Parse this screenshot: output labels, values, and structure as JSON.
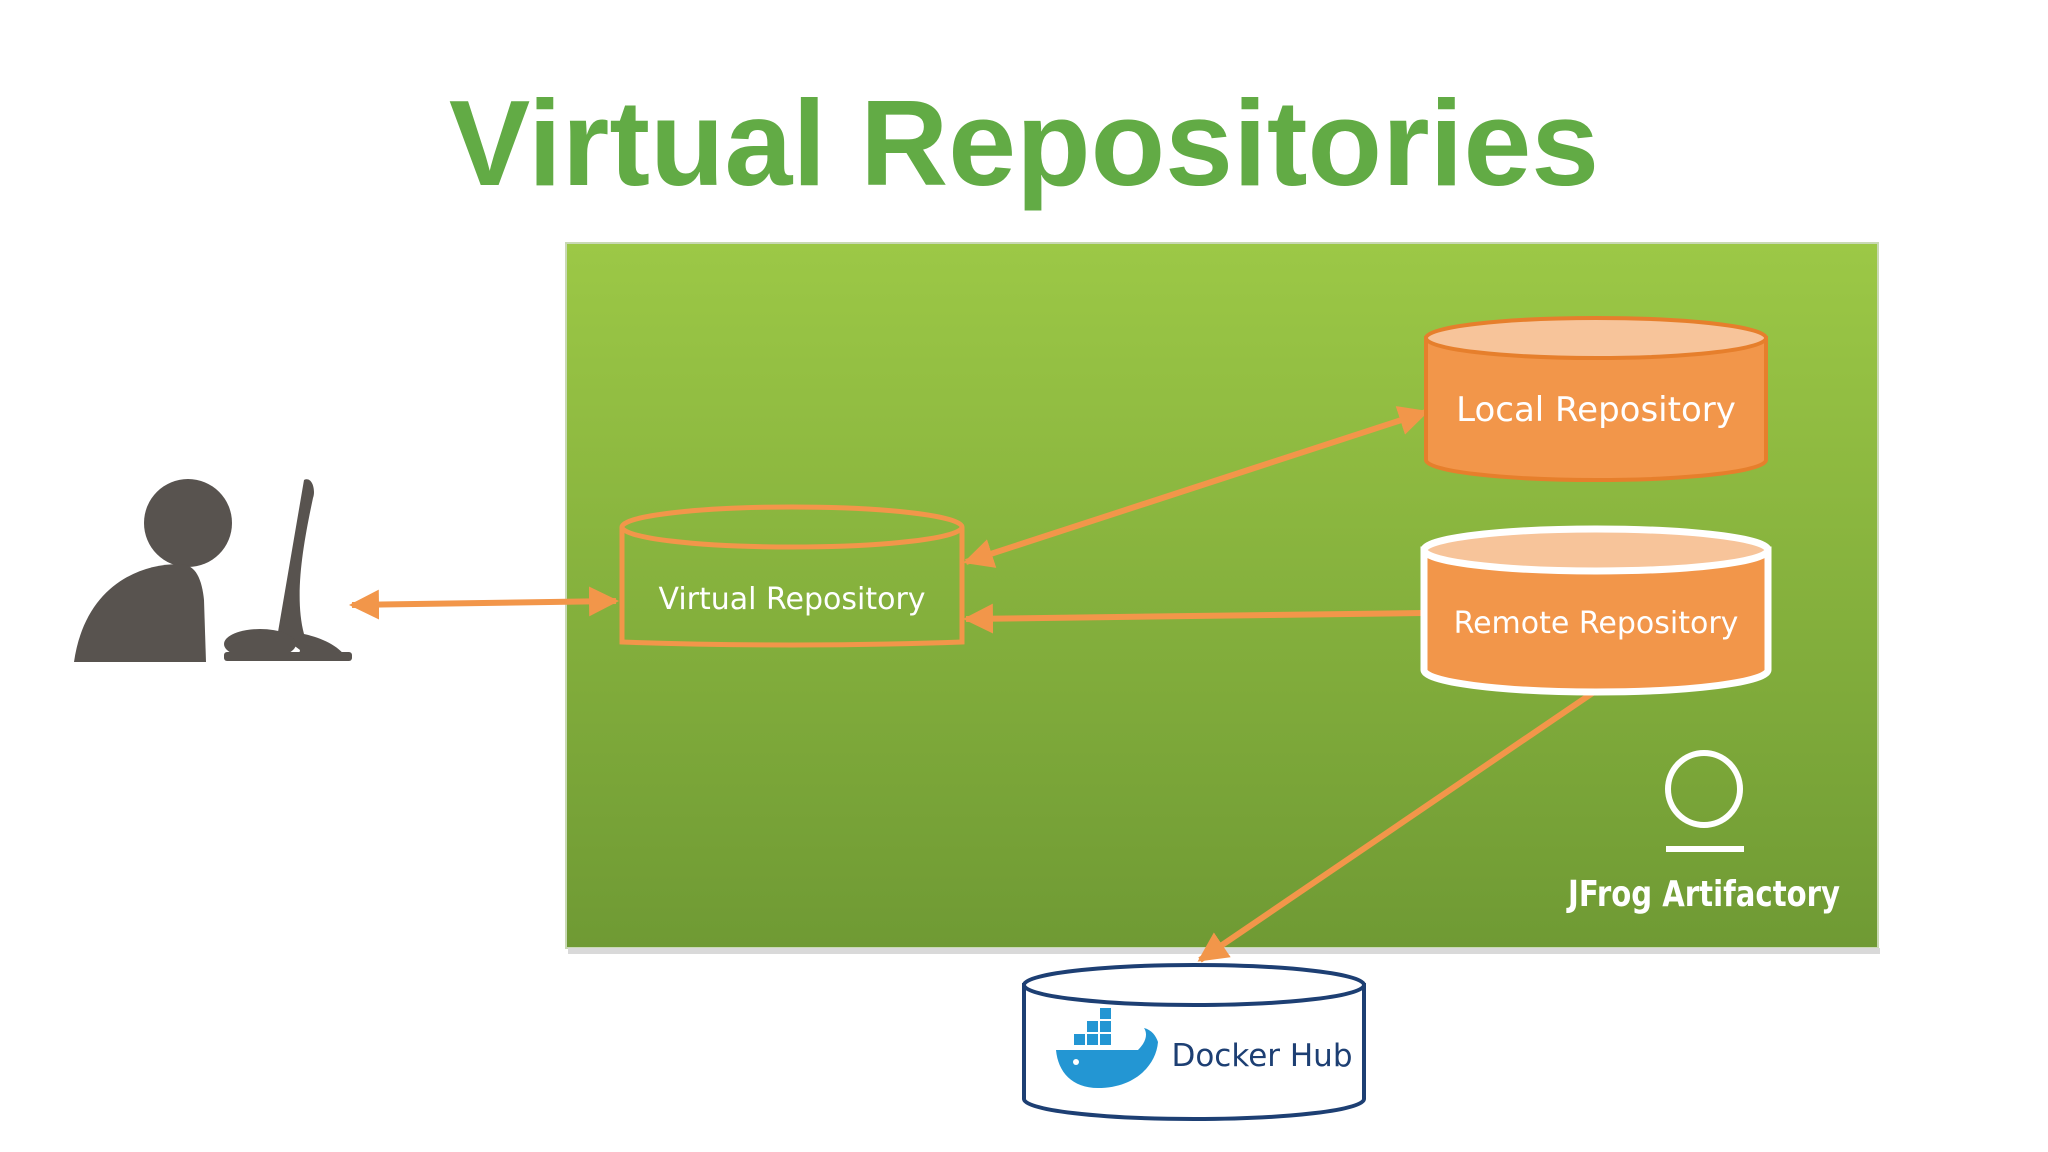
{
  "title": "Virtual Repositories",
  "colors": {
    "title_green": "#62ab45",
    "panel_top": "#9cc846",
    "panel_bottom": "#6f9a34",
    "orange": "#f2964a",
    "orange_light": "#f7c49a",
    "user_gray": "#58534f",
    "docker_navy": "#1d3f73",
    "docker_blue": "#2396d3"
  },
  "nodes": {
    "virtual": "Virtual Repository",
    "local": "Local Repository",
    "remote": "Remote Repository",
    "docker_hub": "Docker Hub"
  },
  "brand": {
    "name": "JFrog Artifactory",
    "logo": "jfrog-ring-logo"
  },
  "icons": {
    "user": "user-at-computer-icon",
    "docker": "docker-whale-icon"
  }
}
